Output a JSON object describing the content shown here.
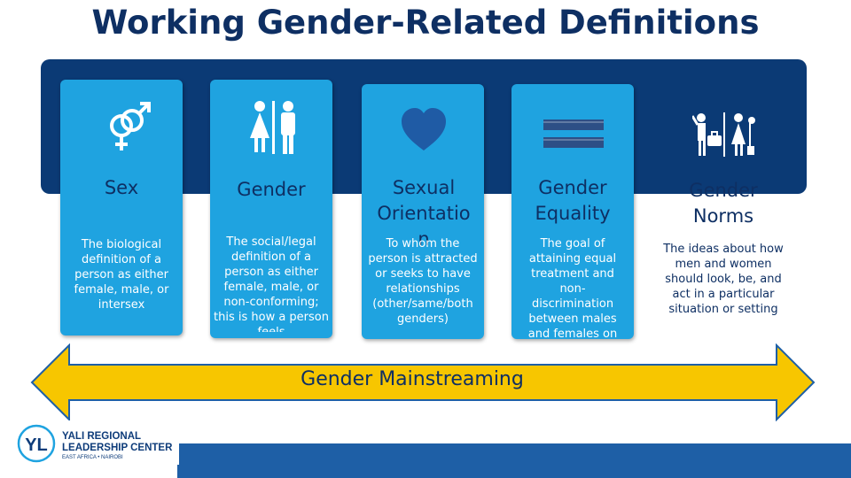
{
  "title": "Working Gender-Related Definitions",
  "cards": [
    {
      "title": "Sex",
      "body": "The biological definition of a person as either female, male, or intersex",
      "icon": "gender-symbols-icon"
    },
    {
      "title": "Gender",
      "body": "The social/legal definition of a person as either female, male, or non-conforming; this is how a person feels",
      "icon": "woman-man-icon"
    },
    {
      "title": "Sexual Orientatio n",
      "body": "To whom the person is attracted or seeks to have relationships (other/same/both genders)",
      "icon": "heart-icon"
    },
    {
      "title": "Gender Equality",
      "body": "The goal of attaining equal treatment and non-discrimination between males and females on",
      "icon": "equals-icon"
    },
    {
      "title": "Gender Norms",
      "body": "The ideas about how men and women should look, be, and act in a particular situation or setting",
      "icon": "roles-icon"
    }
  ],
  "arrow_label": "Gender Mainstreaming",
  "logo": {
    "line1": "YALI REGIONAL",
    "line2": "LEADERSHIP CENTER",
    "line3": "EAST AFRICA • NAIROBI",
    "mark": "YL"
  },
  "colors": {
    "title": "#0e2f63",
    "band": "#0b3a75",
    "card": "#1fa3e0",
    "arrow": "#f7c600",
    "bar": "#1e5fa6"
  }
}
